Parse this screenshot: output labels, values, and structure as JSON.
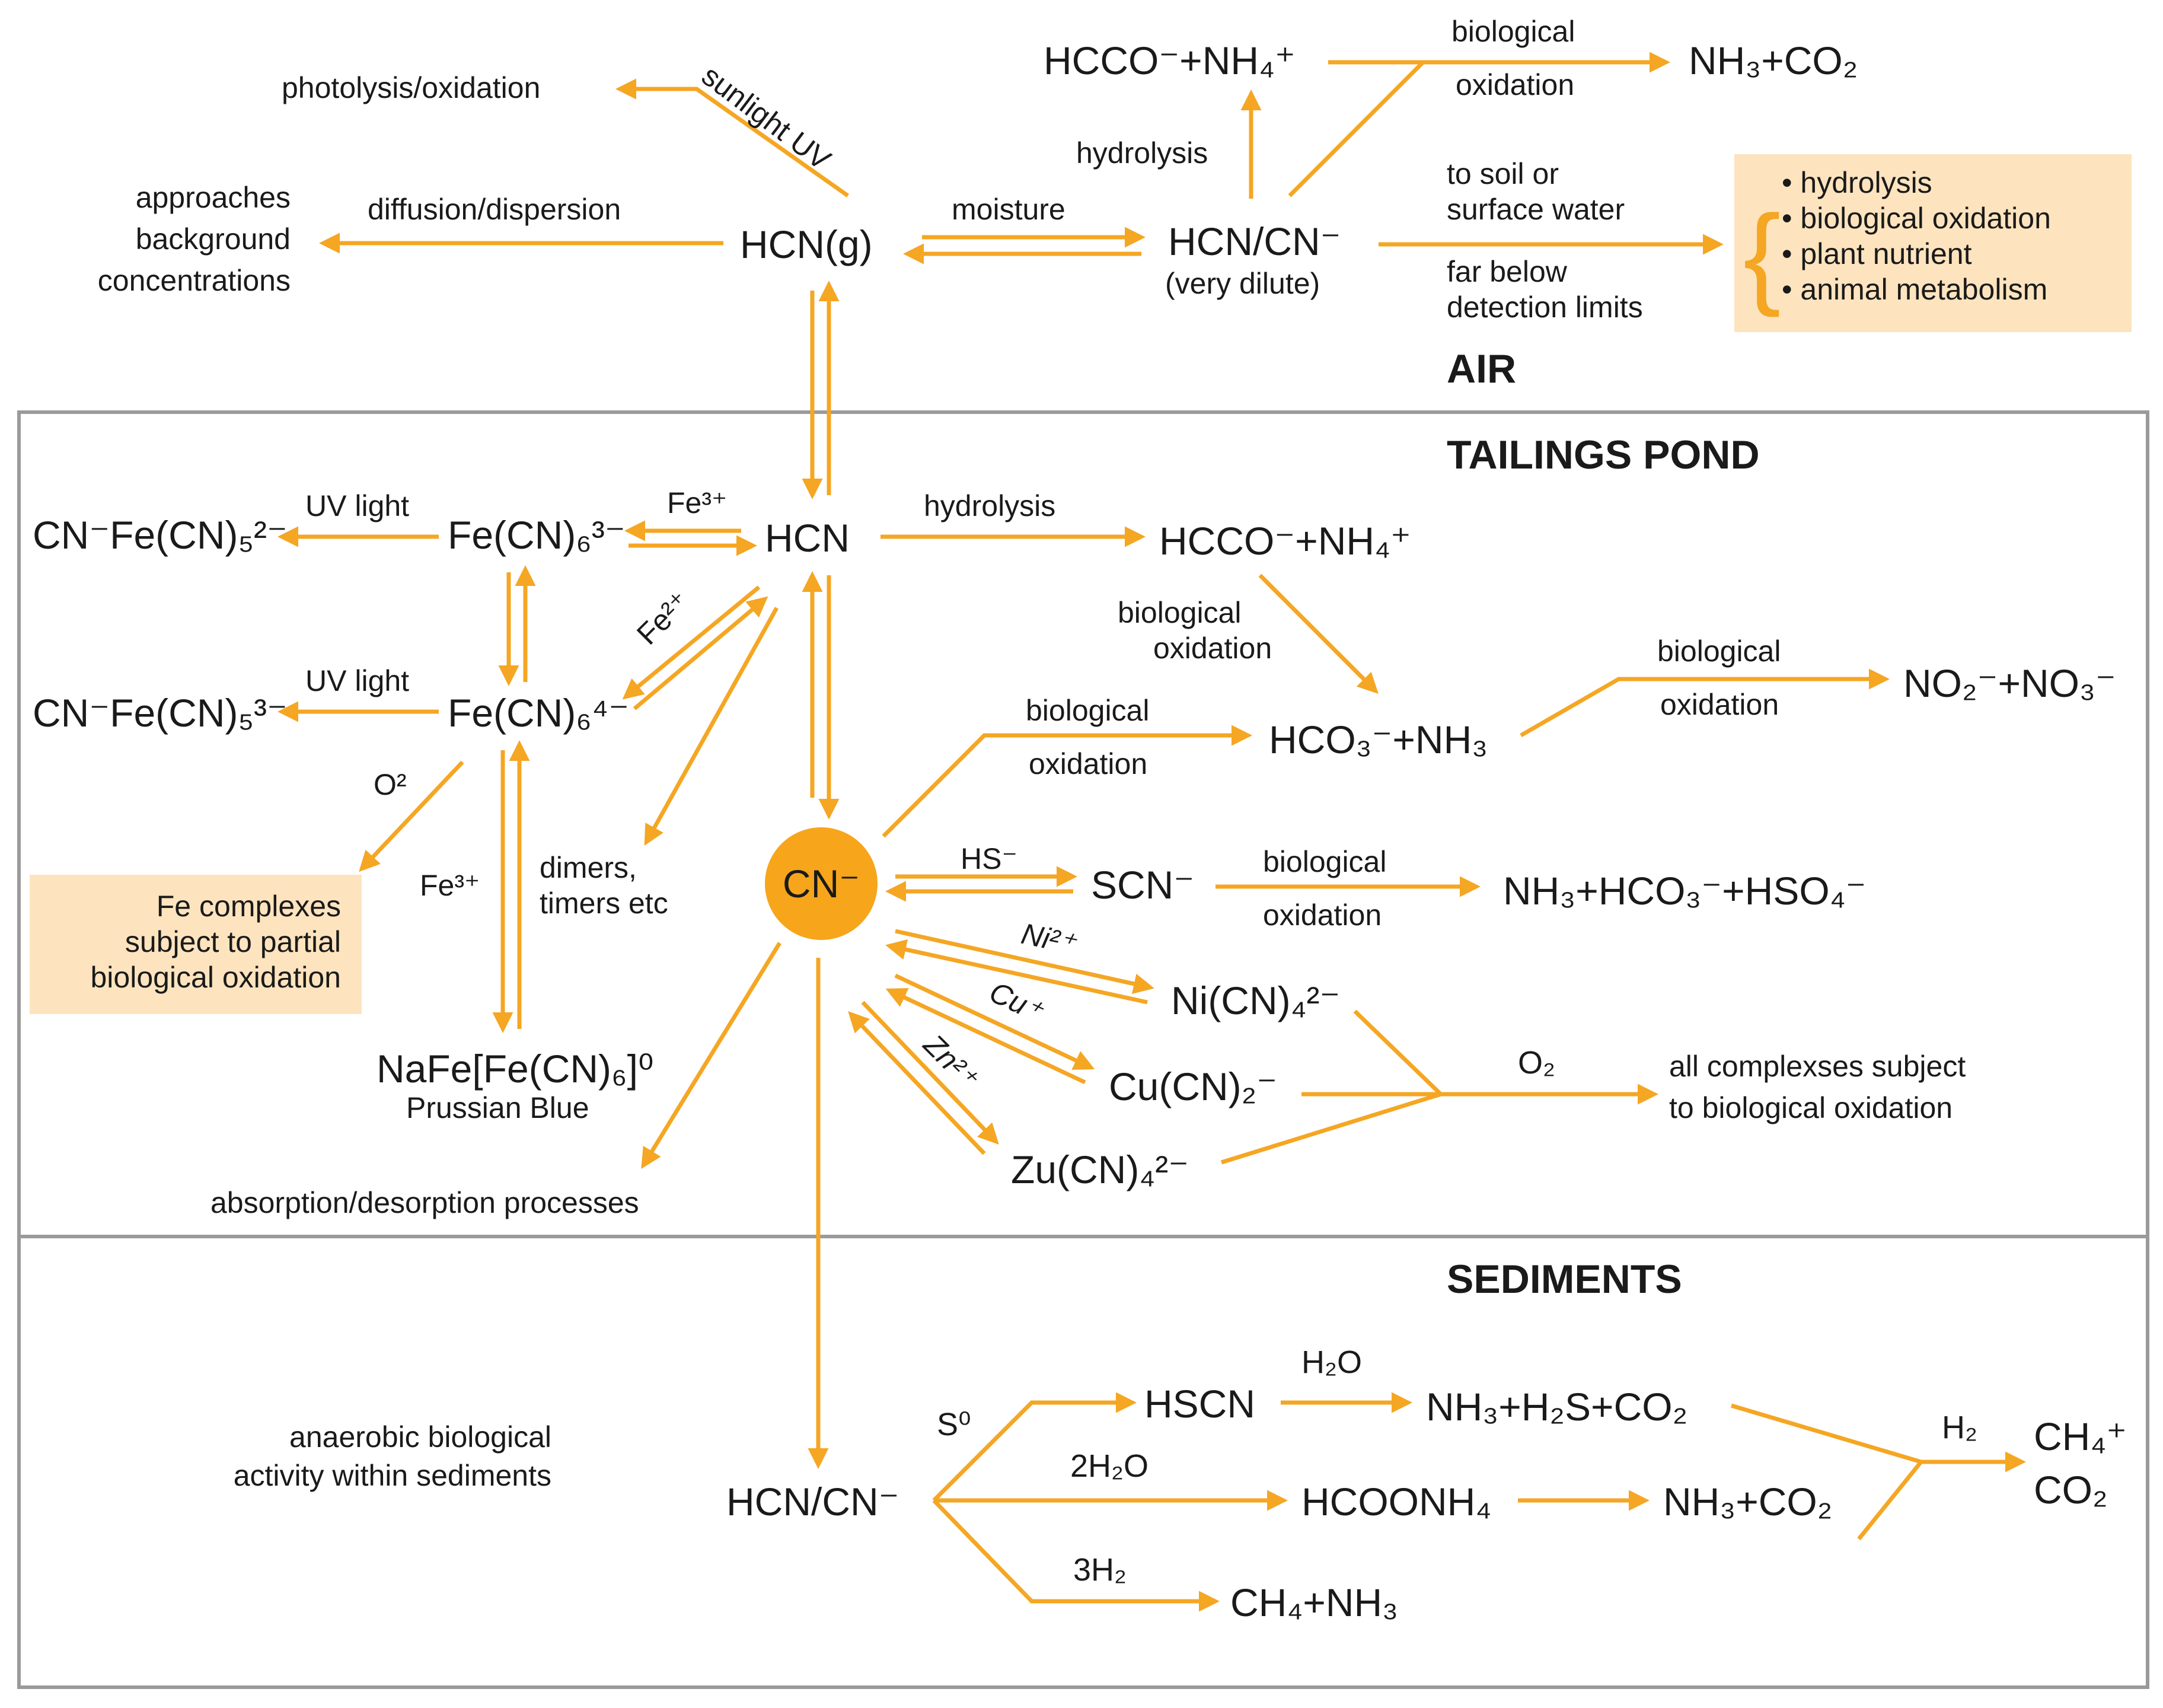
{
  "sections": {
    "air": "AIR",
    "tailings": "TAILINGS POND",
    "sediments": "SEDIMENTS"
  },
  "air": {
    "hcn_g": "HCN(g)",
    "photolysis": "photolysis/oxidation",
    "sunlight_uv": "sunlight UV",
    "diffusion": "diffusion/dispersion",
    "background": [
      "approaches",
      "background",
      "concentrations"
    ],
    "moisture": "moisture",
    "hcn_cn": "HCN/CN⁻",
    "very_dilute": "(very dilute)",
    "hydrolysis": "hydrolysis",
    "hcco_nh4": "HCCO⁻+NH₄⁺",
    "bio_ox_1": "biological",
    "bio_ox_2": "oxidation",
    "nh3_co2": "NH₃+CO₂",
    "soil_water": [
      "to soil or",
      "surface water"
    ],
    "far_below": [
      "far below",
      "detection limits"
    ],
    "fates": [
      "• hydrolysis",
      "• biological oxidation",
      "• plant nutrient",
      "• animal metabolism"
    ]
  },
  "pond": {
    "hcn": "HCN",
    "hydrolysis": "hydrolysis",
    "hcco_nh4": "HCCO⁻+NH₄⁺",
    "bio_ox_a": [
      "biological",
      "oxidation"
    ],
    "hco3_nh3": "HCO₃⁻+NH₃",
    "bio_ox_b": [
      "biological",
      "oxidation"
    ],
    "no2_no3": "NO₂⁻+NO₃⁻",
    "bio_ox_c": [
      "biological",
      "oxidation"
    ],
    "fe3_top": "Fe³⁺",
    "fe2": "Fe²⁺",
    "fecn6_3": "Fe(CN)₆³⁻",
    "fecn6_4": "Fe(CN)₆⁴⁻",
    "uv_light_1": "UV light",
    "uv_light_2": "UV light",
    "cnfe_2": "CN⁻Fe(CN)₅²⁻",
    "cnfe_3": "CN⁻Fe(CN)₅³⁻",
    "o2": "O²",
    "fe3_mid": "Fe³⁺",
    "fe_complexes": [
      "Fe complexes",
      "subject to partial",
      "biological oxidation"
    ],
    "dimers": [
      "dimers,",
      "timers etc"
    ],
    "prussian": "NaFe[Fe(CN)₆]⁰",
    "prussian_name": "Prussian Blue",
    "absorption": "absorption/desorption processes",
    "cn": "CN⁻",
    "hs": "HS⁻",
    "scn": "SCN⁻",
    "bio_ox_d": [
      "biological",
      "oxidation"
    ],
    "nh3_hco3_hso4": "NH₃+HCO₃⁻+HSO₄⁻",
    "ni_label": "Ni²⁺",
    "cu_label": "Cu⁺",
    "zn_label": "Zn²⁺",
    "nicn4": "Ni(CN)₄²⁻",
    "cucn2": "Cu(CN)₂⁻",
    "zucn4": "Zu(CN)₄²⁻",
    "o2_sub": "O₂",
    "all_complexes": [
      "all complexses subject",
      "to biological oxidation"
    ]
  },
  "sediments": {
    "anaerobic": [
      "anaerobic biological",
      "activity within sediments"
    ],
    "hcn_cn": "HCN/CN⁻",
    "s0": "S⁰",
    "h2o_2": "2H₂O",
    "h2_3": "3H₂",
    "hscn": "HSCN",
    "h2o": "H₂O",
    "nh3_h2s_co2": "NH₃+H₂S+CO₂",
    "hcoonh4": "HCOONH₄",
    "nh3_co2": "NH₃+CO₂",
    "ch4_nh3": "CH₄+NH₃",
    "h2": "H₂",
    "ch4": "CH₄⁺",
    "co2": "CO₂"
  }
}
